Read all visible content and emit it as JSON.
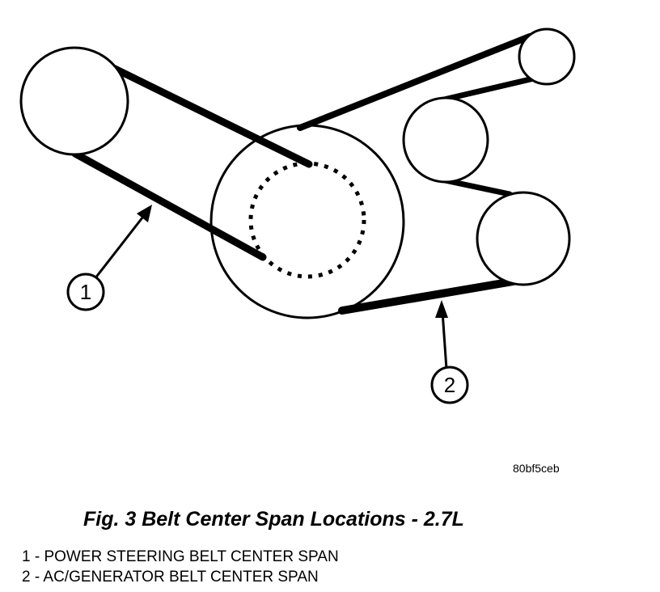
{
  "callouts": [
    {
      "number": "1"
    },
    {
      "number": "2"
    }
  ],
  "figure_id": "80bf5ceb",
  "caption": "Fig. 3 Belt Center Span Locations - 2.7L",
  "legend": [
    "1 - POWER STEERING BELT CENTER SPAN",
    "2 - AC/GENERATOR BELT CENTER SPAN"
  ]
}
